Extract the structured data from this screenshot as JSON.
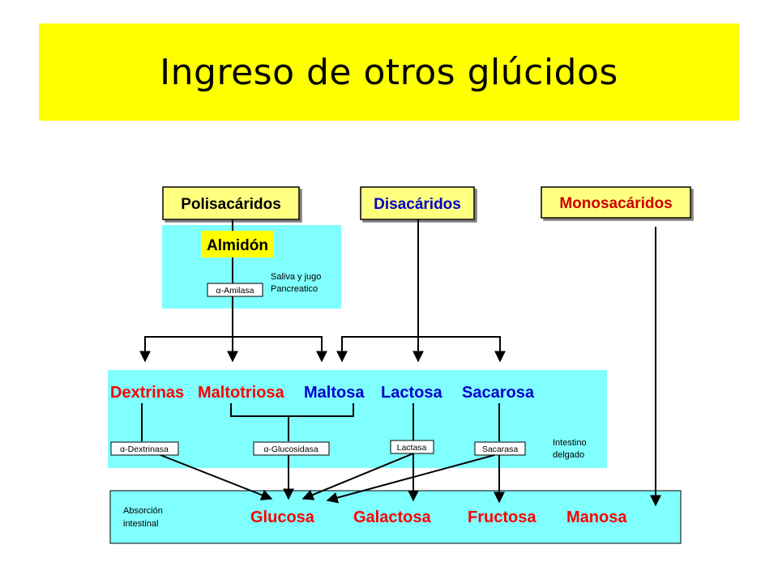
{
  "title": "Ingreso de otros glúcidos",
  "colors": {
    "title_band": "#ffff00",
    "label_box": "#ffff80",
    "region": "#80ffff",
    "red": "#ff0000",
    "blue": "#0000cc",
    "dark_red": "#cc0000"
  },
  "sources": {
    "polisacaridos": "Polisacáridos",
    "disacaridos": "Disacáridos",
    "monosacaridos": "Monosacáridos"
  },
  "almidon": "Almidón",
  "notes": {
    "saliva_line1": "Saliva y jugo",
    "saliva_line2": "Pancreatico",
    "intestino_line1": "Intestino",
    "intestino_line2": "delgado",
    "absorcion_line1": "Absorción",
    "absorcion_line2": "intestinal"
  },
  "enzymes": {
    "amilasa": "α-Amilasa",
    "dextrinasa": "α-Dextrinasa",
    "glucosidasa": "α-Glucosidasa",
    "lactasa": "Lactasa",
    "sacarasa": "Sacarasa"
  },
  "intermediates": {
    "dextrinas": "Dextrinas",
    "maltotriosa": "Maltotriosa",
    "maltosa": "Maltosa",
    "lactosa": "Lactosa",
    "sacarosa": "Sacarosa"
  },
  "monosaccharides": {
    "glucosa": "Glucosa",
    "galactosa": "Galactosa",
    "fructosa": "Fructosa",
    "manosa": "Manosa"
  }
}
